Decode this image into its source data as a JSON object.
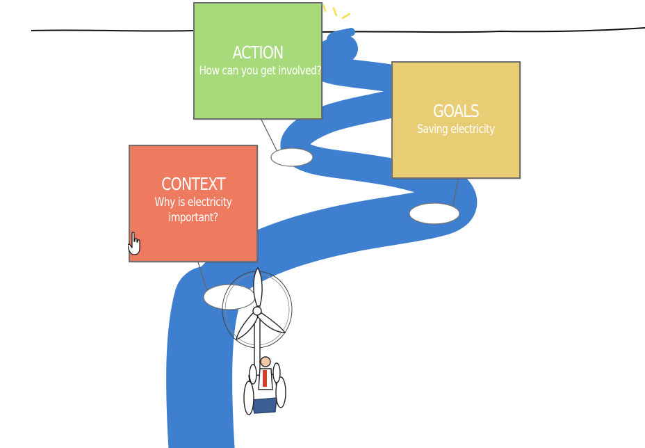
{
  "cards": {
    "action": {
      "title": "ACTION",
      "subtitle": "How can you get involved?"
    },
    "goals": {
      "title": "GOALS",
      "subtitle": "Saving electricity"
    },
    "context": {
      "title": "CONTEXT",
      "subtitle": "Why is electricity important?"
    }
  },
  "colors": {
    "action": "#a6da7b",
    "goals": "#e9cd75",
    "context": "#ee7b60",
    "road": "#3f7fd0",
    "sun": "#f3e04a",
    "horizon": "#111111"
  },
  "icons": {
    "cursor": "hand-pointer-icon",
    "vehicle": "wind-turbine-vehicle-icon",
    "sun": "sun-rays-icon"
  }
}
